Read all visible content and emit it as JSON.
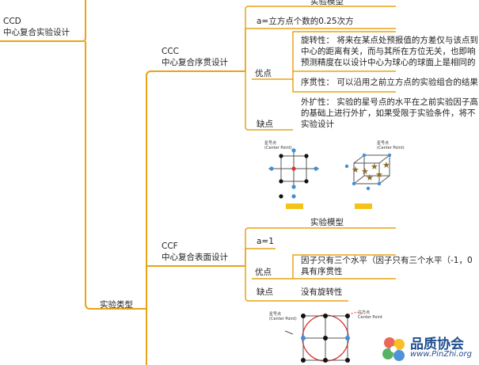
{
  "root": {
    "line1": "CCD",
    "line2": "中心复合实验设计"
  },
  "ccc": {
    "title1": "CCC",
    "title2": "中心复合序贯设计",
    "model": "实验模型",
    "a_label": "a=立方点个数的0.25次方",
    "adv_label": "优点",
    "rot_lines": [
      "旋转性： 将来在某点处预报值的方差仅与该点到",
      "中心的距离有关，而与其所在方位无关，也即响",
      "预测精度在以设计中心为球心的球面上是相同的"
    ],
    "seq": "序贯性： 可以沿用之前立方点的实验组合的结果",
    "dis_label": "缺点",
    "ext_lines": [
      "外扩性： 实验的星号点的水平在之前实验因子高",
      "的基础上进行外扩，如果受限于实验条件，将不",
      "实验设计"
    ]
  },
  "ccf": {
    "title1": "CCF",
    "title2": "中心复合表面设计",
    "model": "实验模型",
    "a_label": "a=1",
    "adv_label": "优点",
    "adv_lines": [
      "因子只有三个水平（因子只有三个水平（-1，0",
      "具有序贯性"
    ],
    "dis_label": "缺点",
    "dis_text": "没有旋转性"
  },
  "types_label": "实验类型",
  "figs": {
    "left_title": [
      "星号点",
      "(Center Point)"
    ],
    "right_title": [
      "星号点",
      "(Center Point)"
    ],
    "bottom_left": [
      "星号点",
      "(Center Point)"
    ],
    "bottom_right": [
      "立方点",
      "Center Point"
    ]
  },
  "watermark": {
    "cn": "品质协会",
    "url": "www.PinZhi.org"
  },
  "colors": {
    "branch": "#e8a317",
    "blue": "#3f8fd8",
    "black": "#111111",
    "red": "#d33"
  }
}
